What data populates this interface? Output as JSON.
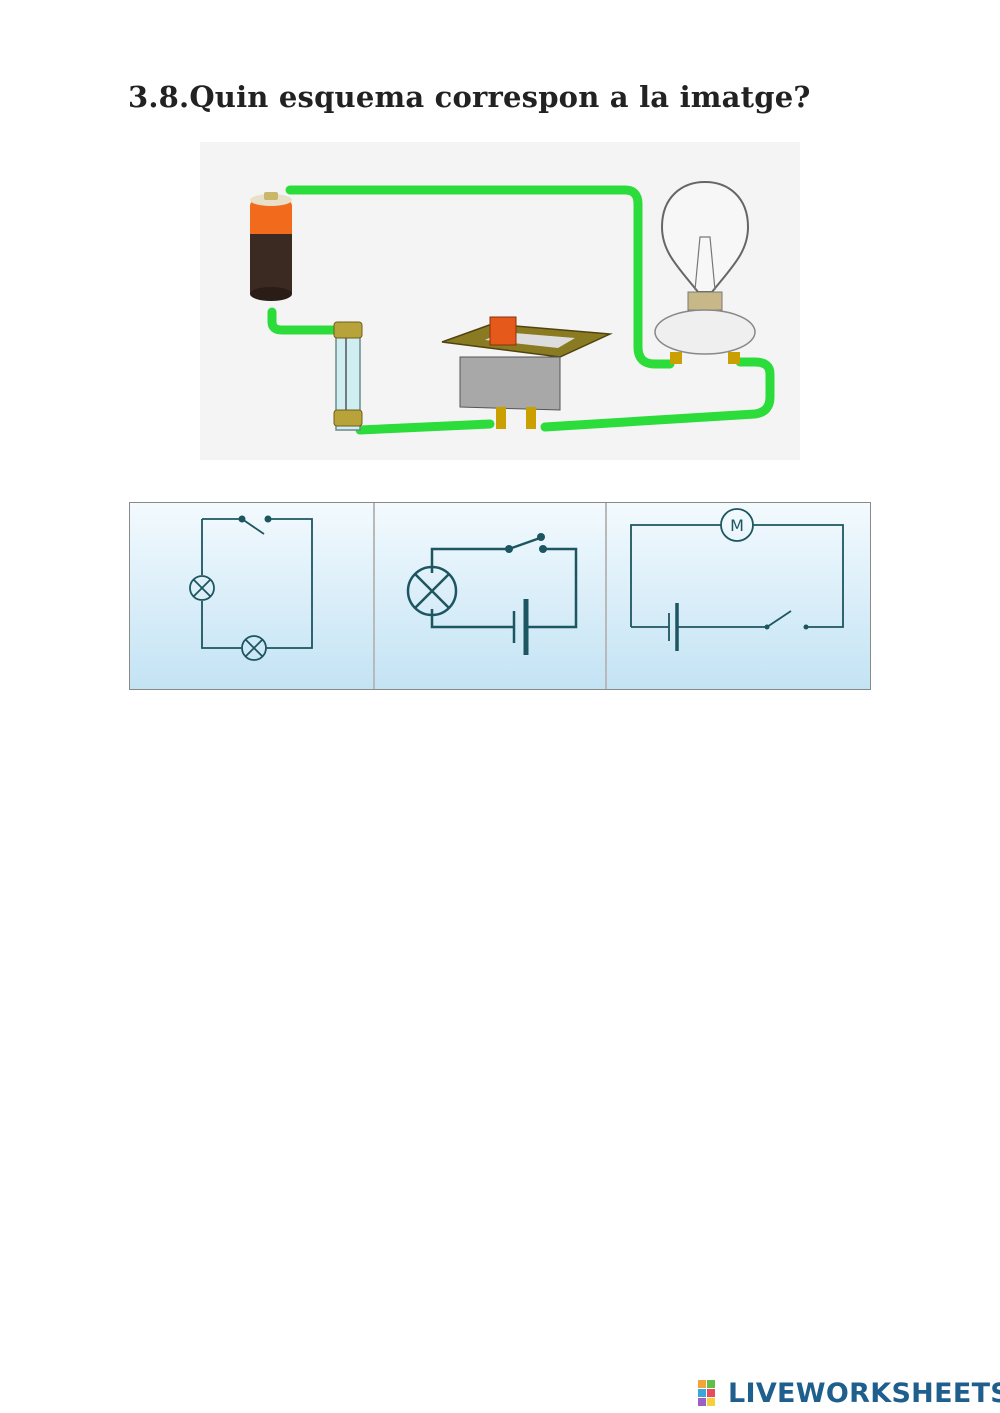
{
  "question": {
    "text": "3.8.Quin esquema correspon a la imatge?"
  },
  "options": [
    {
      "id": "a",
      "components": [
        "switch",
        "lamp",
        "lamp"
      ]
    },
    {
      "id": "b",
      "components": [
        "lamp",
        "switch",
        "battery"
      ]
    },
    {
      "id": "c",
      "components": [
        "motor",
        "battery",
        "switch"
      ],
      "motor_label": "M"
    }
  ],
  "colors": {
    "wire_green": "#2bdc3b",
    "schematic_line": "#1d5660",
    "panel_top": "#f3fafe",
    "panel_bottom": "#c3e3f4",
    "brand_blue": "#1f5f8d"
  },
  "brand": {
    "text": "LIVEWORKSHEETS"
  }
}
